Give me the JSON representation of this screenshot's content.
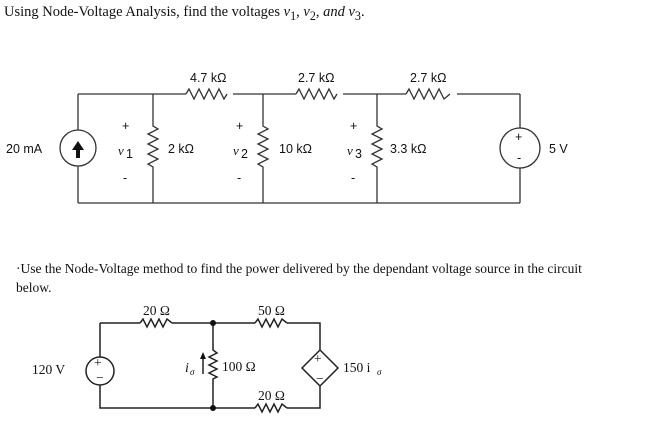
{
  "problem1": {
    "prefix": "Using Node-Voltage Analysis, find the voltages ",
    "v1": "v",
    "v1_sub": "1",
    "v2": "v",
    "v2_sub": "2",
    "v3_and": "and v",
    "v3_sub": "3",
    "suffix": "."
  },
  "circuit1": {
    "source_current": "20 mA",
    "r_top_1": "4.7 kΩ",
    "r_top_2": "2.7 kΩ",
    "r_top_3": "2.7 kΩ",
    "r_shunt_1": "2 kΩ",
    "r_shunt_2": "10 kΩ",
    "r_shunt_3": "3.3 kΩ",
    "source_voltage": "5 V",
    "node1": "v",
    "node1_sub": "1",
    "node2": "v",
    "node2_sub": "2",
    "node3": "v",
    "node3_sub": "3",
    "plus": "+",
    "minus": "-"
  },
  "problem2": {
    "text": "Use the Node-Voltage method to find the power delivered by the dependant voltage source in the circuit below.",
    "bullet": "·"
  },
  "circuit2": {
    "source_voltage": "120 V",
    "r_top_left": "20 Ω",
    "r_top_right": "50 Ω",
    "r_middle": "100 Ω",
    "r_bottom": "20 Ω",
    "current_label": "i",
    "current_sub": "σ",
    "dep_source": "150 i",
    "dep_source_sub": "σ",
    "plus": "+",
    "minus": "−"
  }
}
